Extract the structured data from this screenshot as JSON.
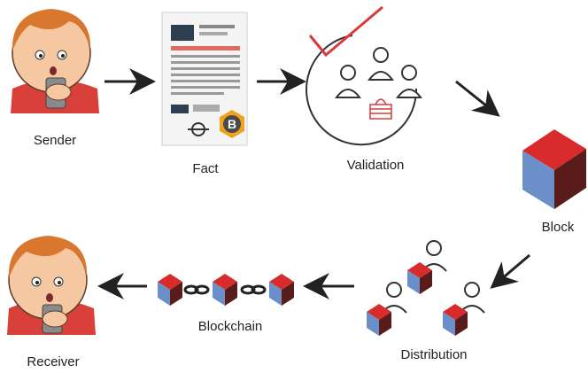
{
  "labels": {
    "sender": "Sender",
    "fact": "Fact",
    "validation": "Validation",
    "block": "Block",
    "distribution": "Distribution",
    "blockchain": "Blockchain",
    "receiver": "Receiver"
  },
  "colors": {
    "cube_red": "#d92b2b",
    "cube_blue": "#6a8fc9",
    "cube_dark": "#5a1b1b",
    "check_red": "#d83a3a",
    "skin": "#f6c8a2",
    "hair": "#d9772f",
    "shirt": "#d9403a",
    "doc_red_bar": "#e06a5f",
    "bitcoin_badge": "#f0a21e"
  }
}
